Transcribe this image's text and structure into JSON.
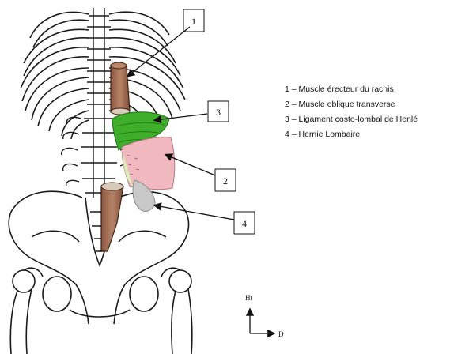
{
  "callouts": [
    {
      "number": "1",
      "label": "Muscle érecteur du rachis"
    },
    {
      "number": "2",
      "label": "Muscle oblique transverse"
    },
    {
      "number": "3",
      "label": "Ligament costo-lombal de Henlé"
    },
    {
      "number": "4",
      "label": "Hernie Lombaire"
    }
  ],
  "legend": [
    "1 – Muscle érecteur du rachis",
    "2 – Muscle oblique transverse",
    "3 – Ligament costo-lombal de Henlé",
    "4 – Hernie Lombaire"
  ],
  "orientation": {
    "up": "Ht",
    "right": "D"
  },
  "colors": {
    "bone_outline": "#1a1a1a",
    "muscle": "#a9735a",
    "ligament": "#3fae2a",
    "oblique_muscle": "#f2b8c0",
    "hernia": "#b8b8b8"
  }
}
